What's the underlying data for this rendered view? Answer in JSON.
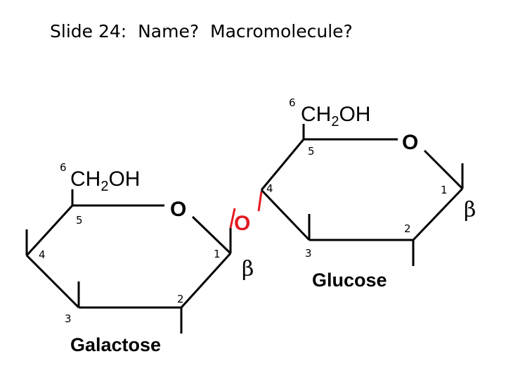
{
  "title": "Slide 24:  Name?  Macromolecule?",
  "accent_color": "#e31b23",
  "galactose": {
    "name": "Galactose",
    "c6_num": "6",
    "c6_group": "CH",
    "c6_sub": "2",
    "c6_tail": "OH",
    "ring_o": "O",
    "c5_num": "5",
    "c4_num": "4",
    "c3_num": "3",
    "c2_num": "2",
    "c1_num": "1",
    "anomer": "β"
  },
  "glucose": {
    "name": "Glucose",
    "c6_num": "6",
    "c6_group": "CH",
    "c6_sub": "2",
    "c6_tail": "OH",
    "ring_o": "O",
    "c5_num": "5",
    "c4_num": "4",
    "c3_num": "3",
    "c2_num": "2",
    "c1_num": "1",
    "anomer": "β"
  },
  "linkage": {
    "oxygen": "O"
  }
}
